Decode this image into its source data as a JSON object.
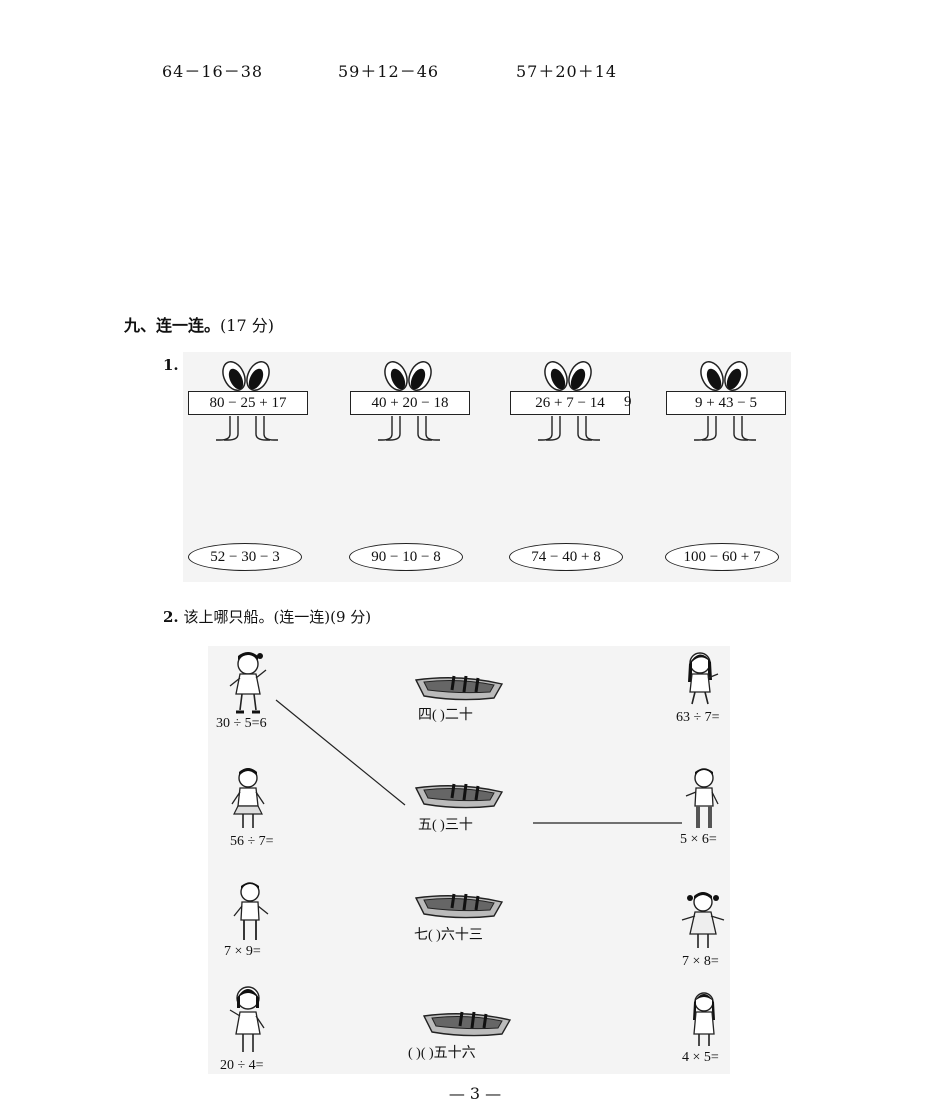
{
  "top_expressions": [
    "64－16－38",
    "59＋12－46",
    "57＋20＋14"
  ],
  "section": {
    "number": "九",
    "title": "、连一连。",
    "points": "(17 分)"
  },
  "q1": {
    "number": "1.",
    "top_cards": [
      "80 − 25 + 17",
      "40 + 20 − 18",
      "26 + 7 − 14",
      "9 + 43 − 5"
    ],
    "stray_mark": "9",
    "bottom_ovals": [
      "52 − 30 − 3",
      "90 − 10 − 8",
      "74 − 40 + 8",
      "100 − 60 + 7"
    ]
  },
  "q2": {
    "number": "2.",
    "title": " 该上哪只船。(连一连)(9 分)",
    "left_kids": [
      "30 ÷ 5=6",
      "56 ÷ 7=",
      "7 × 9=",
      "20 ÷ 4="
    ],
    "boats": [
      "四(   )二十",
      "五(   )三十",
      "七(   )六十三",
      "(   )(   )五十六"
    ],
    "right_kids": [
      "63 ÷ 7=",
      "5 × 6=",
      "7 × 8=",
      "4 × 5="
    ]
  },
  "page_number": "— 3 —"
}
